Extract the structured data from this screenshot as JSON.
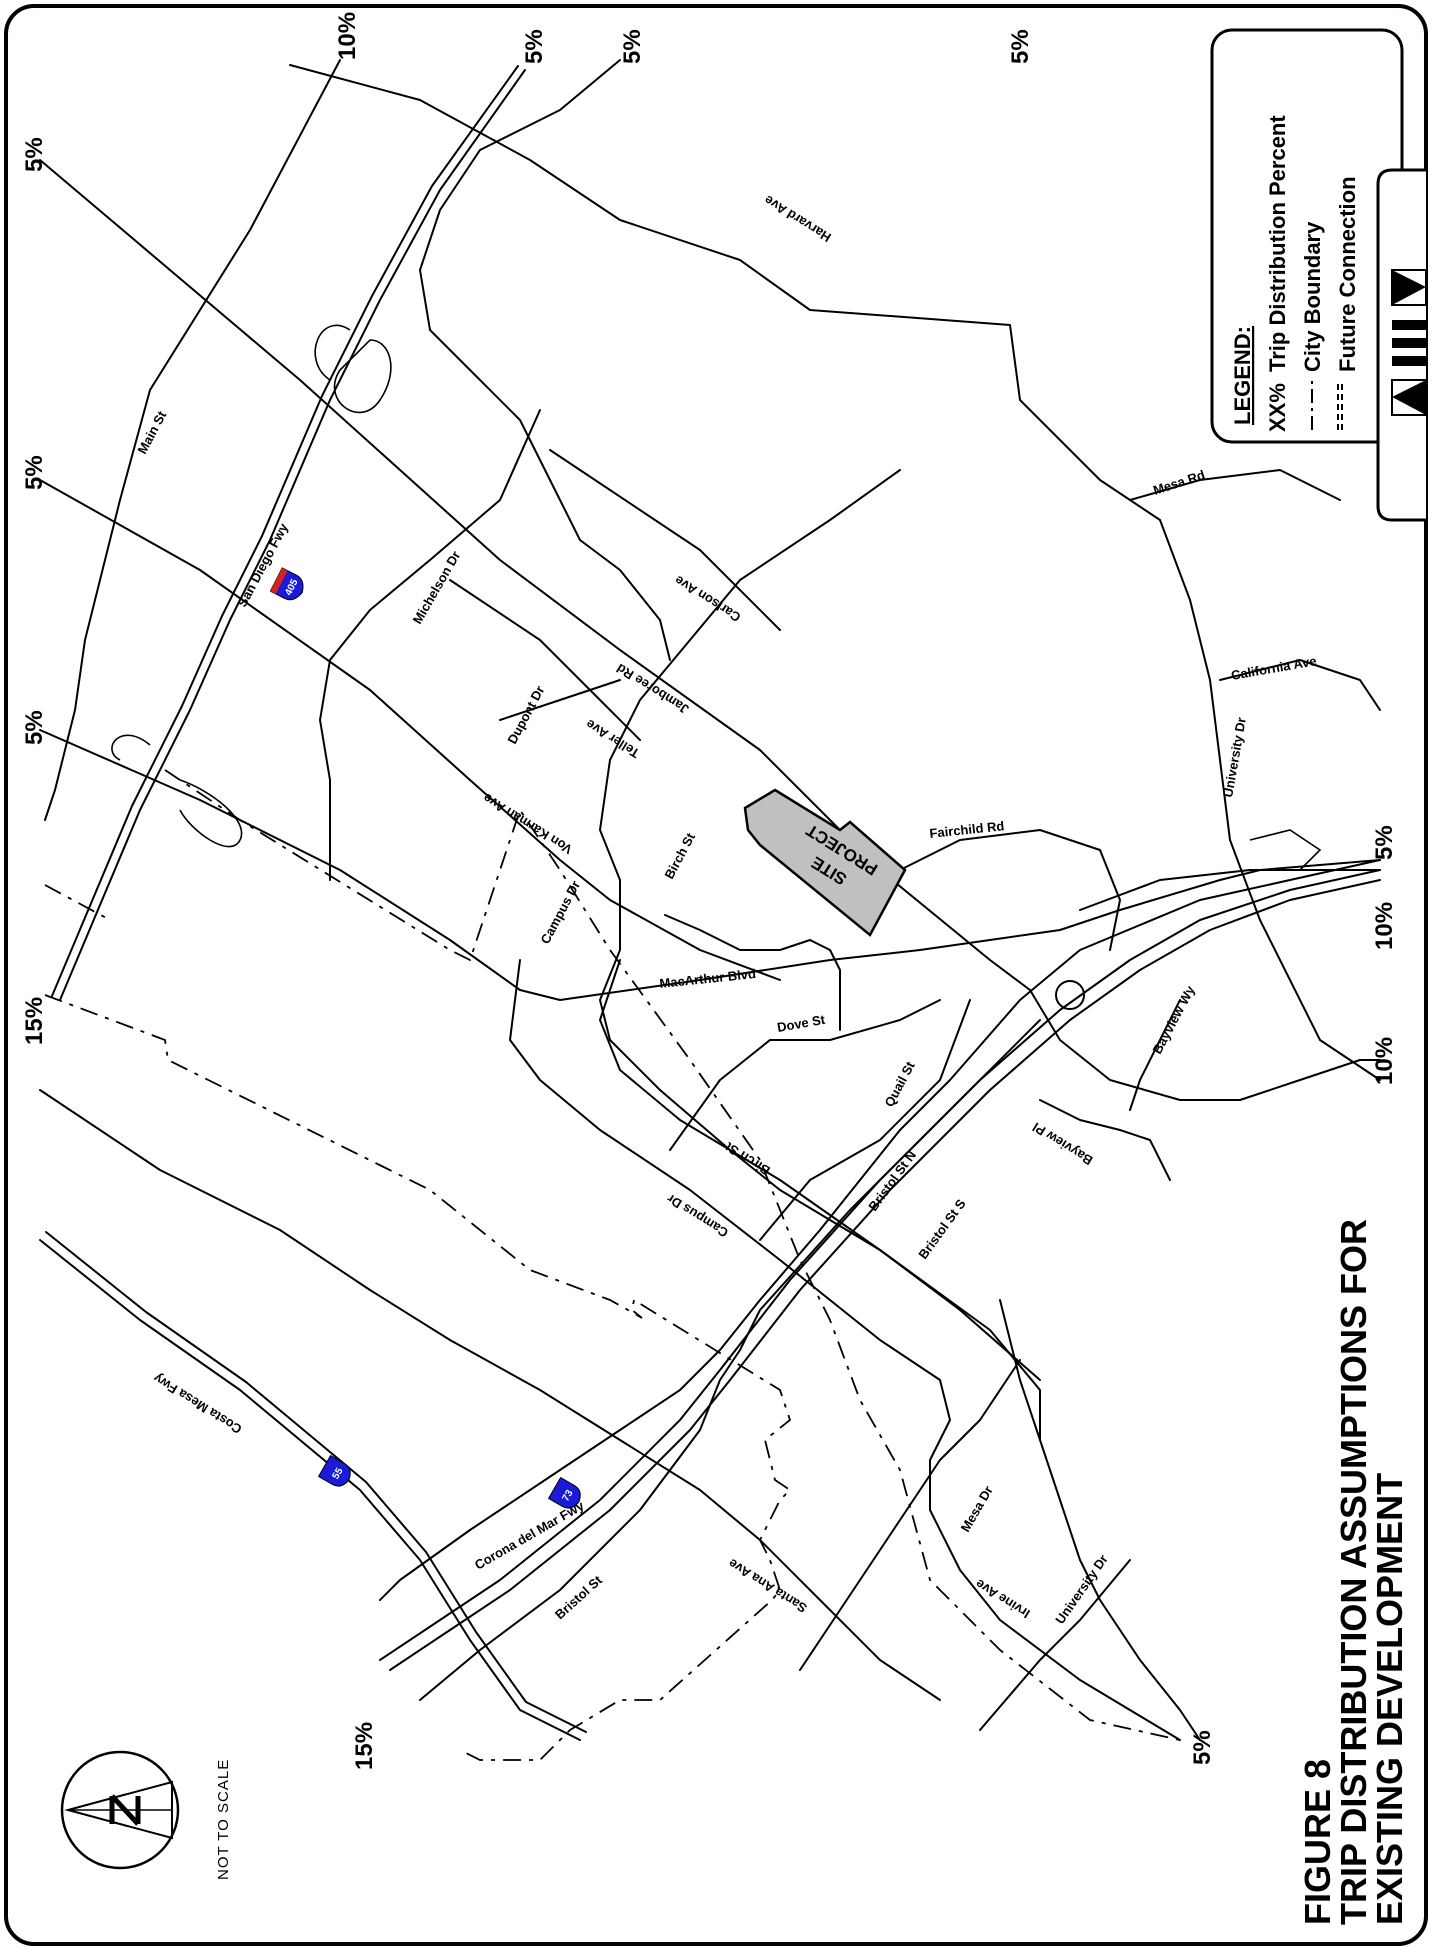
{
  "figure": {
    "number": "FIGURE 8",
    "title_line1": "TRIP DISTRIBUTION ASSUMPTIONS FOR",
    "title_line2": "EXISTING DEVELOPMENT"
  },
  "legend": {
    "heading": "LEGEND:",
    "items": [
      {
        "symbol": "XX%",
        "label": "Trip Distribution Percent"
      },
      {
        "symbol": "",
        "label": "City Boundary"
      },
      {
        "symbol": "",
        "label": "Future Connection"
      }
    ]
  },
  "scale_note": "NOT TO SCALE",
  "project_site": {
    "line1": "PROJECT",
    "line2": "SITE"
  },
  "shields": {
    "i405": "405",
    "sr55": "55",
    "sr73": "73"
  },
  "streets": {
    "main_st": "Main St",
    "san_diego_fwy": "San Diego Fwy",
    "michelson_dr": "Michelson Dr",
    "harvard_ave": "Harvard Ave",
    "carlson_ave": "Carlson Ave",
    "jamboree_rd": "Jamboree Rd",
    "teller_ave": "Teller Ave",
    "dupont_dr": "Dupont Dr",
    "von_karman_ave": "Von Karman Ave",
    "campus_dr": "Campus Dr",
    "campus_dr_2": "Campus Dr",
    "birch_st": "Birch St",
    "birch_st_2": "Birch St",
    "macarthur_blvd": "MacArthur Blvd",
    "dove_st": "Dove St",
    "quail_st": "Quail St",
    "bristol_st_n": "Bristol St N",
    "bristol_st_s": "Bristol St S",
    "bristol_st": "Bristol St",
    "bayview_pl": "Bayview Pl",
    "bayview_wy": "Bayview Wy",
    "fairchild_rd": "Fairchild Rd",
    "university_dr": "University Dr",
    "university_dr_2": "University Dr",
    "california_ave": "California Ave",
    "mesa_rd": "Mesa Rd",
    "mesa_dr": "Mesa Dr",
    "irvine_ave": "Irvine Ave",
    "santa_ana_ave": "Santa Ana Ave",
    "corona_del_mar_fwy": "Corona del Mar Fwy",
    "costa_mesa_fwy": "Costa Mesa Fwy"
  },
  "percentages": {
    "p_main_st": "5%",
    "p_405": "10%",
    "p_michelson": "5%",
    "p_harvard": "5%",
    "p_jamboree": "5%",
    "p_teller": "5%",
    "p_vonkarman": "5%",
    "p_55": "15%",
    "p_73_south": "15%",
    "p_irvine": "5%",
    "p_univ_east": "5%",
    "p_73_east": "10%",
    "p_bayview": "10%"
  }
}
